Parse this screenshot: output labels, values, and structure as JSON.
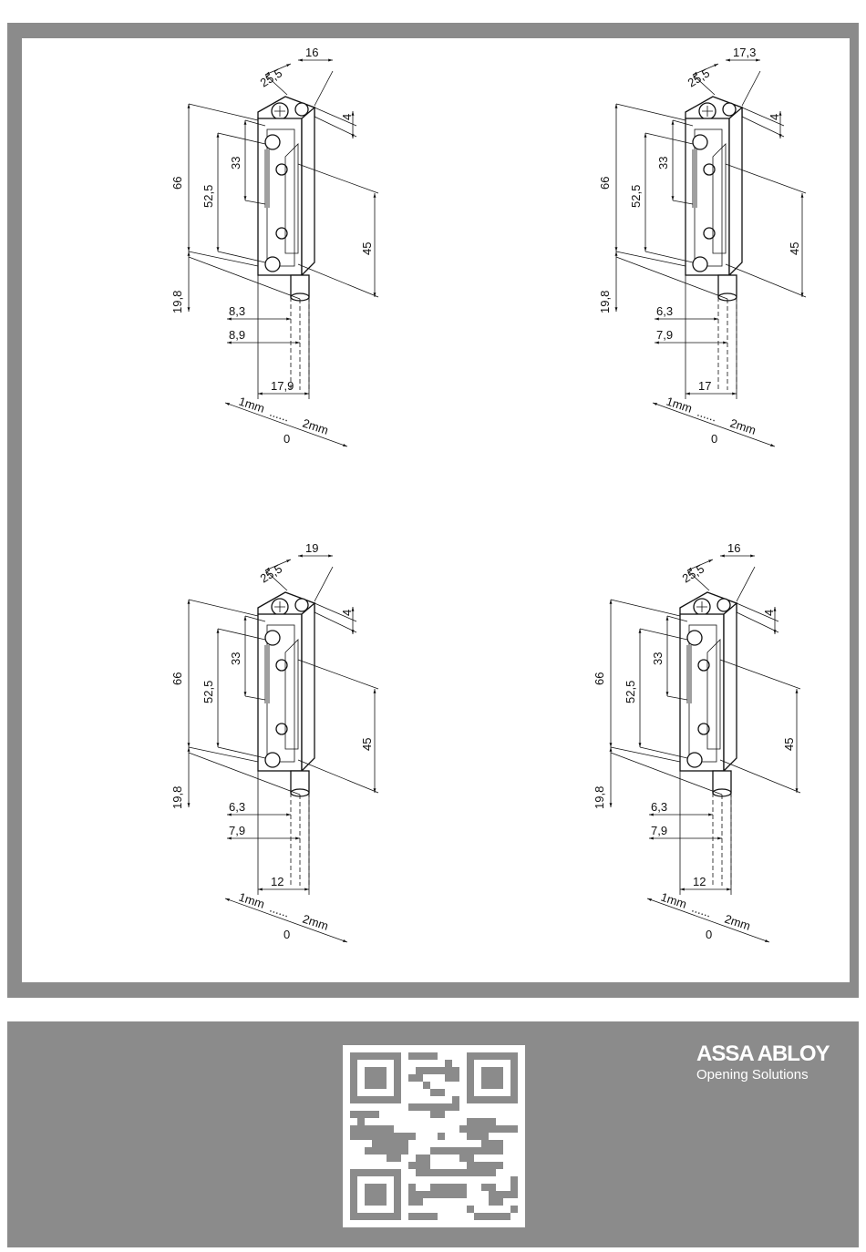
{
  "views": [
    {
      "id": "top-left",
      "labels": {
        "top_depth": "25,5",
        "top_width": "16",
        "side_top": "4",
        "height_total": "66",
        "height_mid": "52,5",
        "height_inner": "33",
        "height_right": "45",
        "bottom_left": "19,8",
        "offset_a": "8,3",
        "offset_b": "8,9",
        "bottom_width": "17,9",
        "scale_left": "1mm",
        "scale_dots": "......",
        "scale_right": "2mm",
        "scale_zero": "0"
      }
    },
    {
      "id": "top-right",
      "labels": {
        "top_depth": "25,5",
        "top_width": "17,3",
        "side_top": "4",
        "height_total": "66",
        "height_mid": "52,5",
        "height_inner": "33",
        "height_right": "45",
        "bottom_left": "19,8",
        "offset_a": "6,3",
        "offset_b": "7,9",
        "bottom_width": "17",
        "scale_left": "1mm",
        "scale_dots": "......",
        "scale_right": "2mm",
        "scale_zero": "0"
      }
    },
    {
      "id": "bottom-left",
      "labels": {
        "top_depth": "25,5",
        "top_width": "19",
        "side_top": "4",
        "height_total": "66",
        "height_mid": "52,5",
        "height_inner": "33",
        "height_right": "45",
        "bottom_left": "19,8",
        "offset_a": "6,3",
        "offset_b": "7,9",
        "bottom_width": "12",
        "scale_left": "1mm",
        "scale_dots": "......",
        "scale_right": "2mm",
        "scale_zero": "0"
      }
    },
    {
      "id": "bottom-right",
      "labels": {
        "top_depth": "25,5",
        "top_width": "16",
        "side_top": "4",
        "height_total": "66",
        "height_mid": "52,5",
        "height_inner": "33",
        "height_right": "45",
        "bottom_left": "19,8",
        "offset_a": "6,3",
        "offset_b": "7,9",
        "bottom_width": "12",
        "scale_left": "1mm",
        "scale_dots": "......",
        "scale_right": "2mm",
        "scale_zero": "0"
      }
    }
  ],
  "footer": {
    "brand_name": "ASSA ABLOY",
    "brand_tagline": "Opening Solutions",
    "qr_icon": "qr-code-icon"
  },
  "colors": {
    "frame": "#8b8b8b",
    "sheet": "#ffffff",
    "ink": "#111111"
  }
}
